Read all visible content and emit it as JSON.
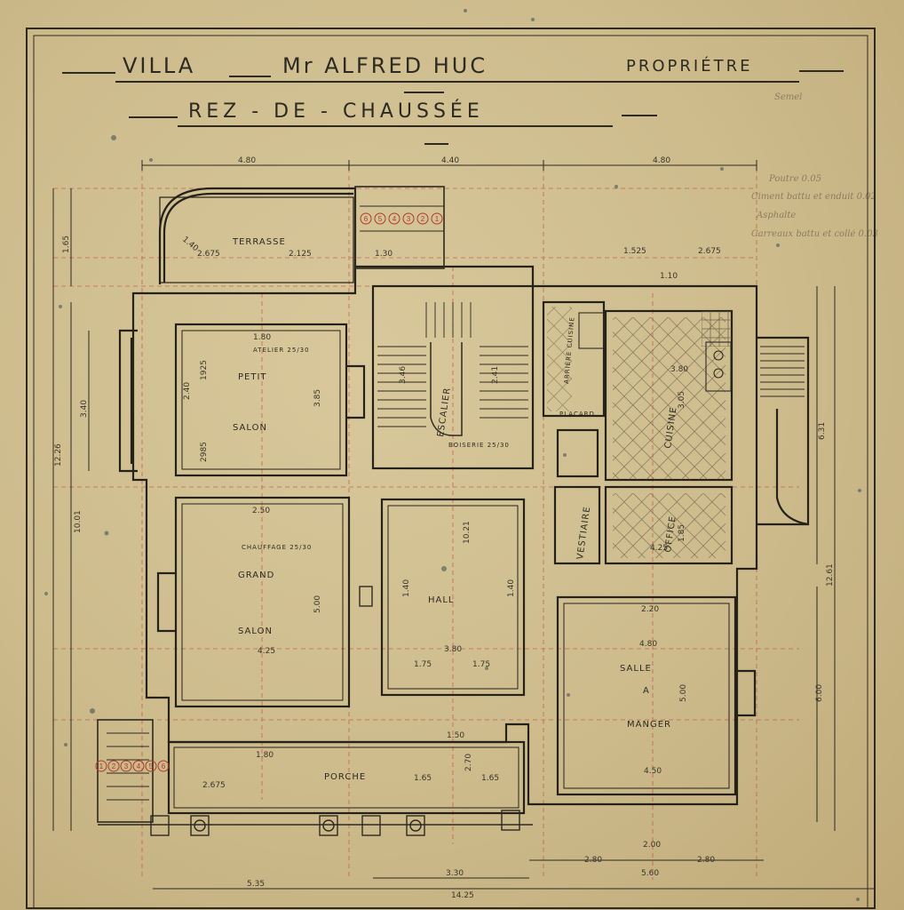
{
  "title": {
    "villa": "VILLA",
    "owner": "Mr ALFRED HUC",
    "role": "PROPRIÉTRE",
    "floor": "REZ - DE - CHAUSSÉE"
  },
  "rooms": {
    "terrasse": "TERRASSE",
    "petit": "PETIT",
    "salon": "SALON",
    "grand": "GRAND",
    "escalier": "ESCALIER",
    "hall": "HALL",
    "cuisine": "CUISINE",
    "office": "OFFICE",
    "vestiaire": "VESTIAIRE",
    "salle": "SALLE",
    "a": "A",
    "manger": "MANGER",
    "porche": "PORCHE",
    "atelier": "ATELIER 25/30",
    "chauffage": "CHAUFFAGE 25/30",
    "boiserie": "BOISERIE 25/30",
    "placard": "PLACARD",
    "arriere_cuisine": "ARRIÈRE CUISINE"
  },
  "dimensions": {
    "top_480a": "4.80",
    "top_440": "4.40",
    "top_480b": "4.80",
    "bottom_535": "5.35",
    "bottom_330": "3.30",
    "bottom_1425": "14.25",
    "bottom_280a": "2.80",
    "bottom_280b": "2.80",
    "bottom_560": "5.60",
    "bottom_200": "2.00",
    "left_165": "1.65",
    "left_1226": "12.26",
    "left_1001": "10.01",
    "left_340": "3.40",
    "right_1261": "12.61",
    "right_600": "6.00",
    "right_631": "6.31",
    "petit_180": "1.80",
    "petit_240": "2.40",
    "petit_385": "3.85",
    "petit_1925": "1925",
    "petit_2985": "2985",
    "grand_250": "2.50",
    "grand_500": "5.00",
    "grand_425": "4.25",
    "hall_1021": "10.21",
    "hall_380": "3.80",
    "hall_175a": "1.75",
    "hall_175b": "1.75",
    "hall_140a": "1.40",
    "hall_140b": "1.40",
    "cuisine_380": "3.80",
    "cuisine_305": "3.05",
    "cuisine_110": "1.10",
    "office_185": "1.85",
    "office_425": "4.25",
    "salle_480": "4.80",
    "salle_220": "2.20",
    "salle_500": "5.00",
    "salle_450": "4.50",
    "porche_180": "1.80",
    "porche_2675": "2.675",
    "porche_165a": "1.65",
    "porche_165b": "1.65",
    "porche_270": "2.70",
    "porche_150": "1.50",
    "terrasse_2675": "2.675",
    "terrasse_2125": "2.125",
    "terrasse_140": "1.40",
    "row_130": "1.30",
    "row_1525": "1.525",
    "row_2675": "2.675",
    "esc_346": "3.46",
    "esc_241": "2.41"
  },
  "step_numbers_top": [
    "6",
    "5",
    "4",
    "3",
    "2",
    "1"
  ],
  "step_numbers_bottom": [
    "1",
    "2",
    "3",
    "4",
    "5",
    "6"
  ],
  "margin_notes": [
    "Semel",
    "Poutre 0.05",
    "Ciment battu et enduit 0.02",
    "Asphalte",
    "Carreaux battu et collé 0.03"
  ]
}
